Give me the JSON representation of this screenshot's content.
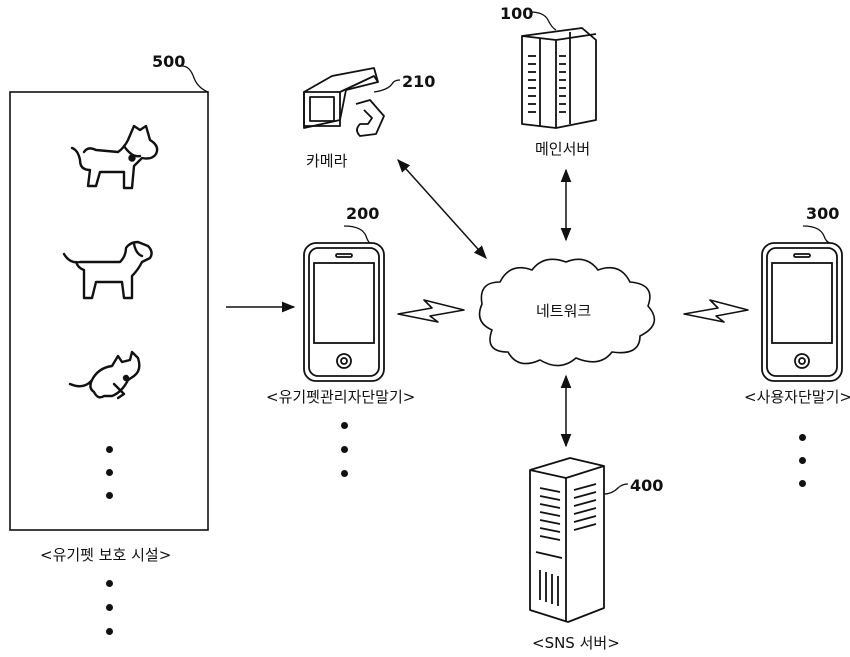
{
  "nodes": {
    "main_server": {
      "ref": "100",
      "label": "메인서버"
    },
    "camera": {
      "ref": "210",
      "label": "카메라"
    },
    "manager_terminal": {
      "ref": "200",
      "label": "<유기펫관리자단말기>"
    },
    "network": {
      "label": "네트워크"
    },
    "user_terminal": {
      "ref": "300",
      "label": "<사용자단말기>"
    },
    "sns_server": {
      "ref": "400",
      "label": "<SNS 서버>"
    },
    "shelter": {
      "ref": "500",
      "label": "<유기펫 보호 시설>"
    }
  },
  "icons": {
    "animals": [
      "dog-with-collar-icon",
      "dog-icon",
      "cat-icon"
    ],
    "links": [
      "wireless-link-icon",
      "wireless-link-icon"
    ]
  }
}
